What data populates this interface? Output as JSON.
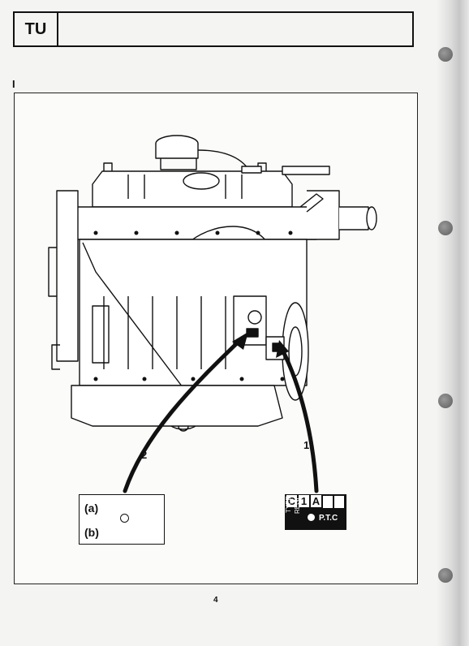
{
  "header": {
    "code": "TU"
  },
  "section_marker": "I",
  "callouts": {
    "arrow1": "1",
    "arrow2": "2"
  },
  "label_box": {
    "a": "(a)",
    "b": "(b)"
  },
  "plate": {
    "c": "C",
    "one": "1",
    "a": "A",
    "type": "TYPE",
    "regl": "REGL",
    "ptc": "P.T.C"
  },
  "page_number": "4",
  "colors": {
    "ink": "#111111",
    "paper": "#f4f4f2"
  }
}
